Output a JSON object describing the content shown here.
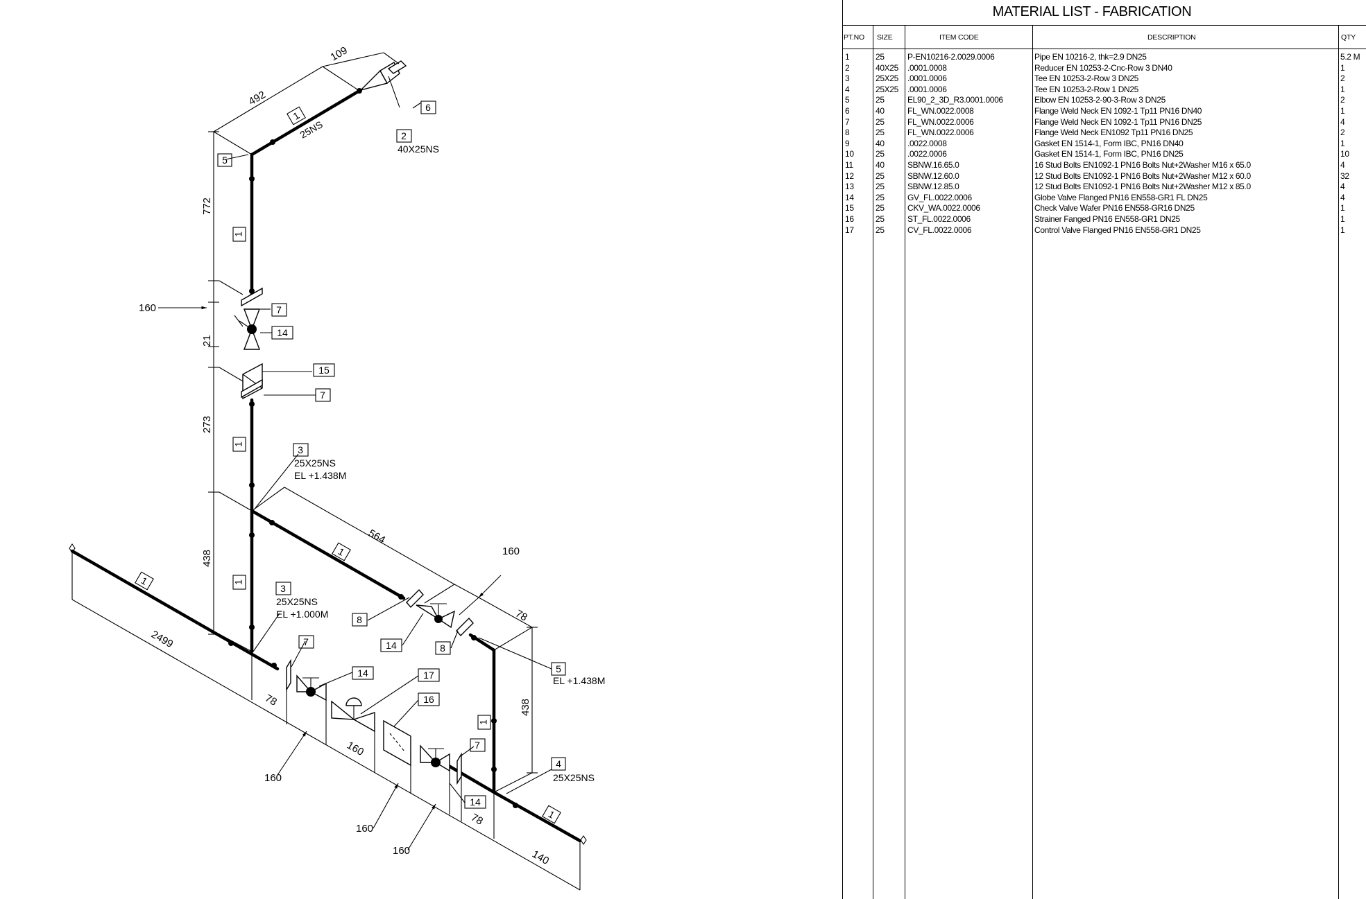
{
  "isometric": {
    "dimensions": [
      "109",
      "492",
      "772",
      "160",
      "21",
      "273",
      "438",
      "564",
      "160",
      "78",
      "438",
      "2499",
      "78",
      "160",
      "160",
      "160",
      "160",
      "78",
      "140"
    ],
    "part_tags": {
      "t6": "6",
      "t2": "2",
      "t1_top": "1",
      "t5_top": "5",
      "t1_v1": "1",
      "t7_a": "7",
      "t14_a": "14",
      "t15": "15",
      "t7_b": "7",
      "t1_v2": "1",
      "t3_a": "3",
      "t1_diag": "1",
      "t1_left": "1",
      "t1_v3": "1",
      "t3_b": "3",
      "t8_a": "8",
      "t14_b": "14",
      "t8_b": "8",
      "t5_b": "5",
      "t7_c": "7",
      "t14_c": "14",
      "t17": "17",
      "t16": "16",
      "t1_v4": "1",
      "t7_d": "7",
      "t4": "4",
      "t14_d": "14",
      "t1_right": "1"
    },
    "notes": {
      "pipe_ns": "25NS",
      "reducer_ns": "40X25NS",
      "tee_top_ns": "25X25NS",
      "tee_top_el": "EL +1.438M",
      "tee_low_ns": "25X25NS",
      "tee_low_el": "EL +1.000M",
      "elbow_el": "EL +1.438M",
      "tee_right_ns": "25X25NS"
    }
  },
  "material_list": {
    "title": "MATERIAL LIST - FABRICATION",
    "headers": {
      "pt_no": "PT.NO",
      "size": "SIZE",
      "item_code": "ITEM CODE",
      "description": "DESCRIPTION",
      "qty": "QTY"
    },
    "rows": [
      {
        "pt": "1",
        "size": "25",
        "code": "P-EN10216-2.0029.0006",
        "desc": "Pipe EN 10216-2, thk=2.9 DN25",
        "qty": "5.2 M"
      },
      {
        "pt": "2",
        "size": "40X25",
        "code": ".0001.0008",
        "desc": "Reducer EN 10253-2-Cnc-Row 3 DN40",
        "qty": "1"
      },
      {
        "pt": "3",
        "size": "25X25",
        "code": ".0001.0006",
        "desc": "Tee EN 10253-2-Row 3 DN25",
        "qty": "2"
      },
      {
        "pt": "4",
        "size": "25X25",
        "code": ".0001.0006",
        "desc": "Tee EN 10253-2-Row 1 DN25",
        "qty": "1"
      },
      {
        "pt": "5",
        "size": "25",
        "code": "EL90_2_3D_R3.0001.0006",
        "desc": "Elbow EN 10253-2-90-3-Row 3 DN25",
        "qty": "2"
      },
      {
        "pt": "6",
        "size": "40",
        "code": "FL_WN.0022.0008",
        "desc": "Flange Weld Neck EN 1092-1 Tp11 PN16 DN40",
        "qty": "1"
      },
      {
        "pt": "7",
        "size": "25",
        "code": "FL_WN.0022.0006",
        "desc": "Flange Weld Neck EN 1092-1 Tp11 PN16 DN25",
        "qty": "4"
      },
      {
        "pt": "8",
        "size": "25",
        "code": "FL_WN.0022.0006",
        "desc": "Flange Weld Neck EN1092 Tp11 PN16 DN25",
        "qty": "2"
      },
      {
        "pt": "9",
        "size": "40",
        "code": ".0022.0008",
        "desc": "Gasket EN 1514-1, Form IBC, PN16 DN40",
        "qty": "1"
      },
      {
        "pt": "10",
        "size": "25",
        "code": ".0022.0006",
        "desc": "Gasket EN 1514-1, Form IBC, PN16 DN25",
        "qty": "10"
      },
      {
        "pt": "11",
        "size": "40",
        "code": "SBNW.16.65.0",
        "desc": "16 Stud Bolts EN1092-1 PN16 Bolts Nut+2Washer M16 x 65.0",
        "qty": "4"
      },
      {
        "pt": "12",
        "size": "25",
        "code": "SBNW.12.60.0",
        "desc": "12 Stud Bolts EN1092-1 PN16 Bolts Nut+2Washer M12 x 60.0",
        "qty": "32"
      },
      {
        "pt": "13",
        "size": "25",
        "code": "SBNW.12.85.0",
        "desc": "12 Stud Bolts EN1092-1 PN16 Bolts Nut+2Washer M12 x 85.0",
        "qty": "4"
      },
      {
        "pt": "14",
        "size": "25",
        "code": "GV_FL.0022.0006",
        "desc": "Globe Valve Flanged PN16 EN558-GR1 FL DN25",
        "qty": "4"
      },
      {
        "pt": "15",
        "size": "25",
        "code": "CKV_WA.0022.0006",
        "desc": "Check Valve Wafer PN16 EN558-GR16 DN25",
        "qty": "1"
      },
      {
        "pt": "16",
        "size": "25",
        "code": "ST_FL.0022.0006",
        "desc": "Strainer Fanged PN16 EN558-GR1 DN25",
        "qty": "1"
      },
      {
        "pt": "17",
        "size": "25",
        "code": "CV_FL.0022.0006",
        "desc": "Control Valve Flanged PN16 EN558-GR1 DN25",
        "qty": "1"
      }
    ]
  }
}
